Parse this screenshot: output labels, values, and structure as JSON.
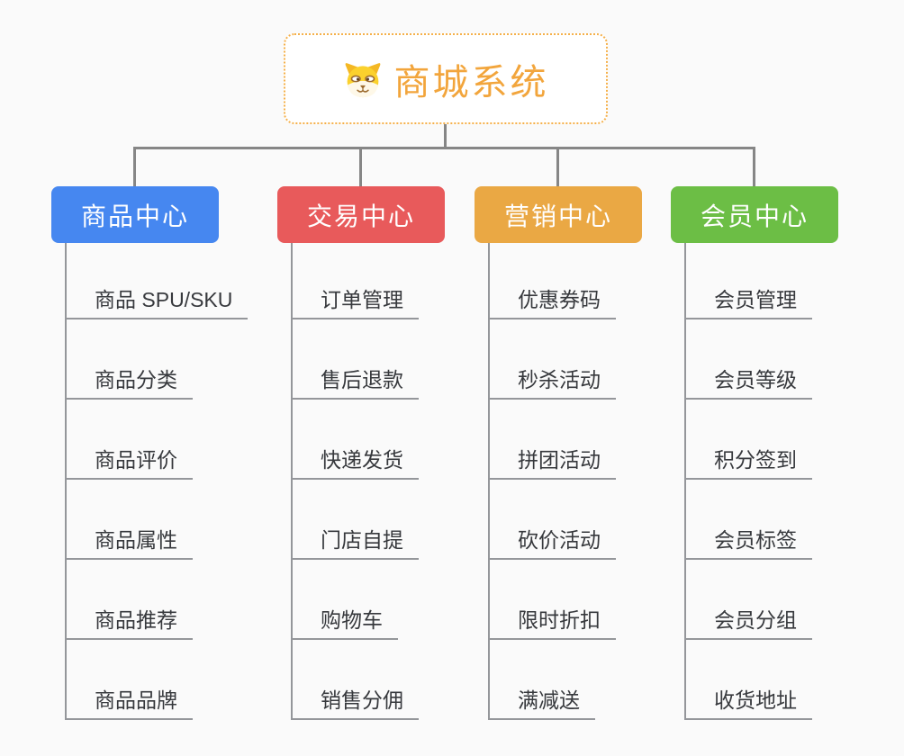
{
  "root": {
    "title": "商城系统",
    "icon": "dog-face-icon"
  },
  "branches": [
    {
      "label": "商品中心",
      "color": "#4687f0",
      "children": [
        "商品 SPU/SKU",
        "商品分类",
        "商品评价",
        "商品属性",
        "商品推荐",
        "商品品牌"
      ]
    },
    {
      "label": "交易中心",
      "color": "#e85a5b",
      "children": [
        "订单管理",
        "售后退款",
        "快递发货",
        "门店自提",
        "购物车",
        "销售分佣"
      ]
    },
    {
      "label": "营销中心",
      "color": "#eaa844",
      "children": [
        "优惠券码",
        "秒杀活动",
        "拼团活动",
        "砍价活动",
        "限时折扣",
        "满减送"
      ]
    },
    {
      "label": "会员中心",
      "color": "#6cbe45",
      "children": [
        "会员管理",
        "会员等级",
        "积分签到",
        "会员标签",
        "会员分组",
        "收货地址"
      ]
    }
  ],
  "colors": {
    "background": "#fafafa",
    "root_border": "#f5b04a",
    "root_text": "#f2a53c",
    "connector": "#868686",
    "leaf_line": "#94969a",
    "leaf_text": "#37393d"
  }
}
